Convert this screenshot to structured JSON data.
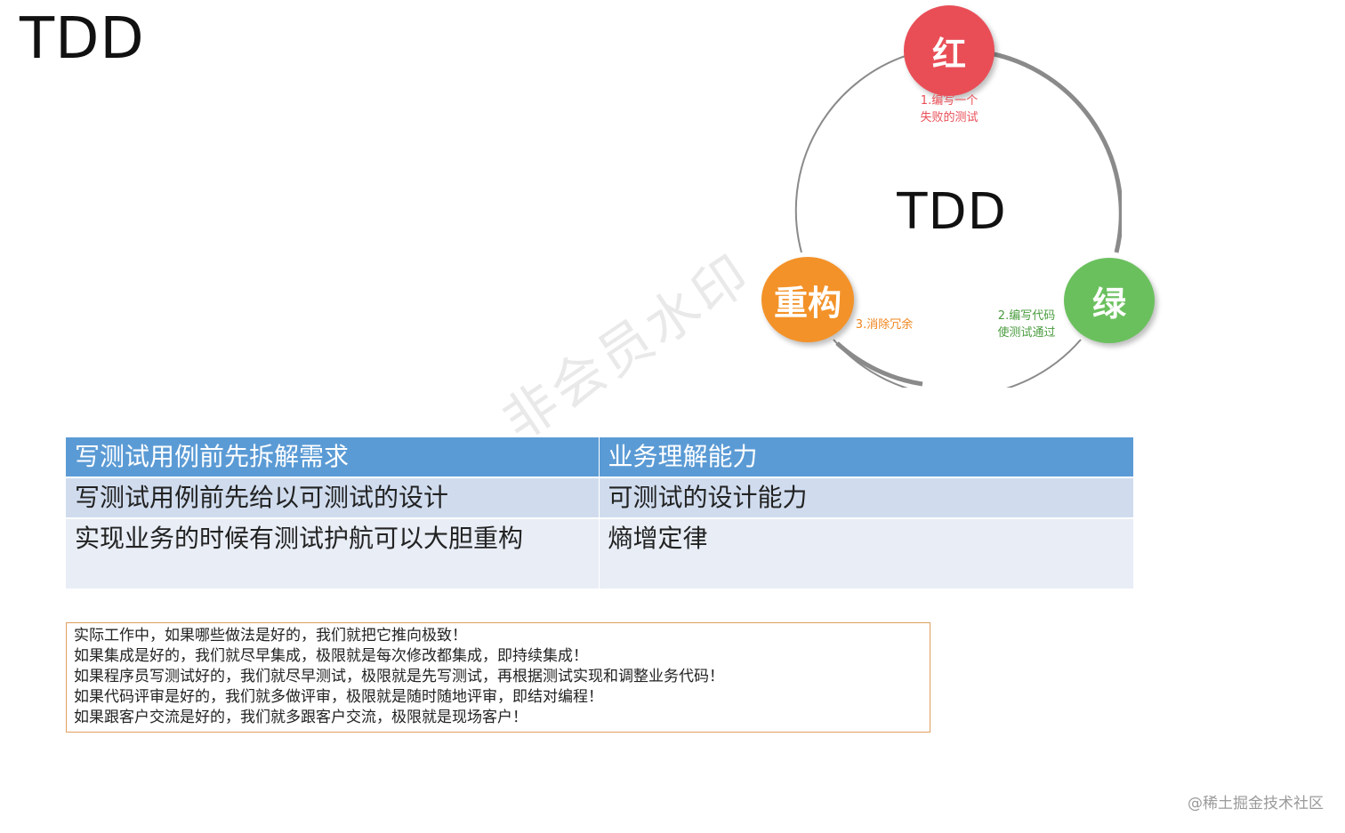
{
  "title": "TDD",
  "cycle": {
    "center": "TDD",
    "nodes": {
      "red": {
        "label": "红",
        "color": "#e94e57",
        "step": "1.编写一个\n失败的测试"
      },
      "green": {
        "label": "绿",
        "color": "#6bc05e",
        "step": "2.编写代码\n使测试通过"
      },
      "refactor": {
        "label": "重构",
        "color": "#f39229",
        "step": "3.消除冗余"
      }
    },
    "watermark": "非会员水印"
  },
  "table": {
    "header": [
      "写测试用例前先拆解需求",
      "业务理解能力"
    ],
    "rows": [
      [
        "写测试用例前先给以可测试的设计",
        "可测试的设计能力"
      ],
      [
        "实现业务的时候有测试护航可以大胆重构",
        "熵增定律"
      ]
    ],
    "colors": {
      "header": "#5b9bd5",
      "row_odd": "#d0dcee",
      "row_even": "#e8edf6"
    }
  },
  "note": {
    "lines": [
      "实际工作中，如果哪些做法是好的，我们就把它推向极致！",
      "如果集成是好的，我们就尽早集成，极限就是每次修改都集成，即持续集成！",
      "如果程序员写测试好的，我们就尽早测试，极限就是先写测试，再根据测试实现和调整业务代码！",
      "如果代码评审是好的，我们就多做评审，极限就是随时随地评审，即结对编程！",
      "如果跟客户交流是好的，我们就多跟客户交流，极限就是现场客户！"
    ],
    "border_color": "#e0a060"
  },
  "credit": "@稀土掘金技术社区"
}
